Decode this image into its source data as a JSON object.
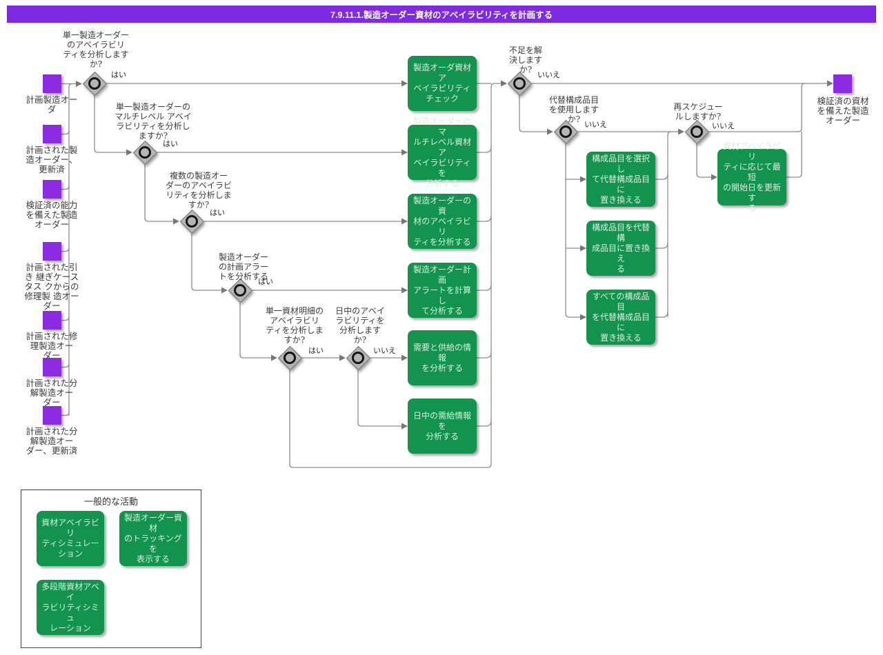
{
  "title": "7.9.11.1.製造オーダー資材のアベイラビリティを計画する",
  "colors": {
    "title_bar_purple": "#7e2ae2",
    "event_purple": "#8b2be2",
    "task_green": "#12944e",
    "connector_gray": "#8a8a8a"
  },
  "start_events": [
    {
      "label": "計画製造オー\nダ"
    },
    {
      "label": "計画された製\n造オーダー、\n更新済"
    },
    {
      "label": "検証済の能力\nを備えた製造\nオーダー"
    },
    {
      "label": "計画された引\nき 継ぎケース\nタス クからの\n修理製 造オー\nダー"
    },
    {
      "label": "計画された修\n理製造オー\nダー"
    },
    {
      "label": "計画された分\n解製造オー\nダー"
    },
    {
      "label": "計画された分\n解製造オー\nダー、更新済"
    }
  ],
  "end_event": {
    "label": "検証済の資材\nを備えた製造\nオーダー"
  },
  "gateways": [
    {
      "question": "単一製造オーダー\nのアベイラビリ\nティを分析します\nか?",
      "branch": "はい"
    },
    {
      "question": "単一製造オーダーの\nマルチレベル アベイ\nラビリティを分析し\nますか?",
      "branch": "はい"
    },
    {
      "question": "複数の製造オー\nダーのアベイラビ\nリティを分析しま\nすか?",
      "branch": "はい"
    },
    {
      "question": "製造オーダー\nの計画アラー\nトを分析する",
      "branch": "はい"
    },
    {
      "question": "単一資材明細の\nアベイラビリ\nティを分析しま\nすか?",
      "branch": "はい"
    },
    {
      "question": "日中のアベイ\nラビリティを\n分析します\nか?",
      "branch": "いいえ"
    },
    {
      "question": "不足を解\n決します\nか?",
      "branch": "いいえ"
    },
    {
      "question": "代替構成品目\nを使用します\nか?",
      "branch": "いいえ"
    },
    {
      "question": "再スケジュー\nルしますか?",
      "branch": "いいえ"
    }
  ],
  "tasks": [
    {
      "label": "製造オーダ資材ア\nベイラビリティ\nチェック"
    },
    {
      "label": "製造オーダーのマ\nルチレベル資材ア\nベイラビリティを\n分析する"
    },
    {
      "label": "製造オーダーの資\n材のアベイラビリ\nティを分析する"
    },
    {
      "label": "製造オーダー計画\nアラートを計算し\nて分析する"
    },
    {
      "label": "需要と供給の情報\nを分析する"
    },
    {
      "label": "日中の需給情報を\n分析する"
    },
    {
      "label": "構成品目を選択し\nて代替構成品目に\n置き換える"
    },
    {
      "label": "構成品目を代替構\n成品目に置き換え\nる"
    },
    {
      "label": "すべての構成品目\nを代替構成品目に\n置き換える"
    },
    {
      "label": "資材アベイラビリ\nティに応じて最短\nの開始日を更新す\nる"
    }
  ],
  "legend": {
    "title": "一般的な活動",
    "tasks": [
      {
        "label": "資材アベイラビリ\nティシミュレー\nション"
      },
      {
        "label": "製造オーダー資材\nのトラッキングを\n表示する"
      },
      {
        "label": "多段階資材アベイ\nラビリティシミュ\nレーション"
      }
    ]
  }
}
